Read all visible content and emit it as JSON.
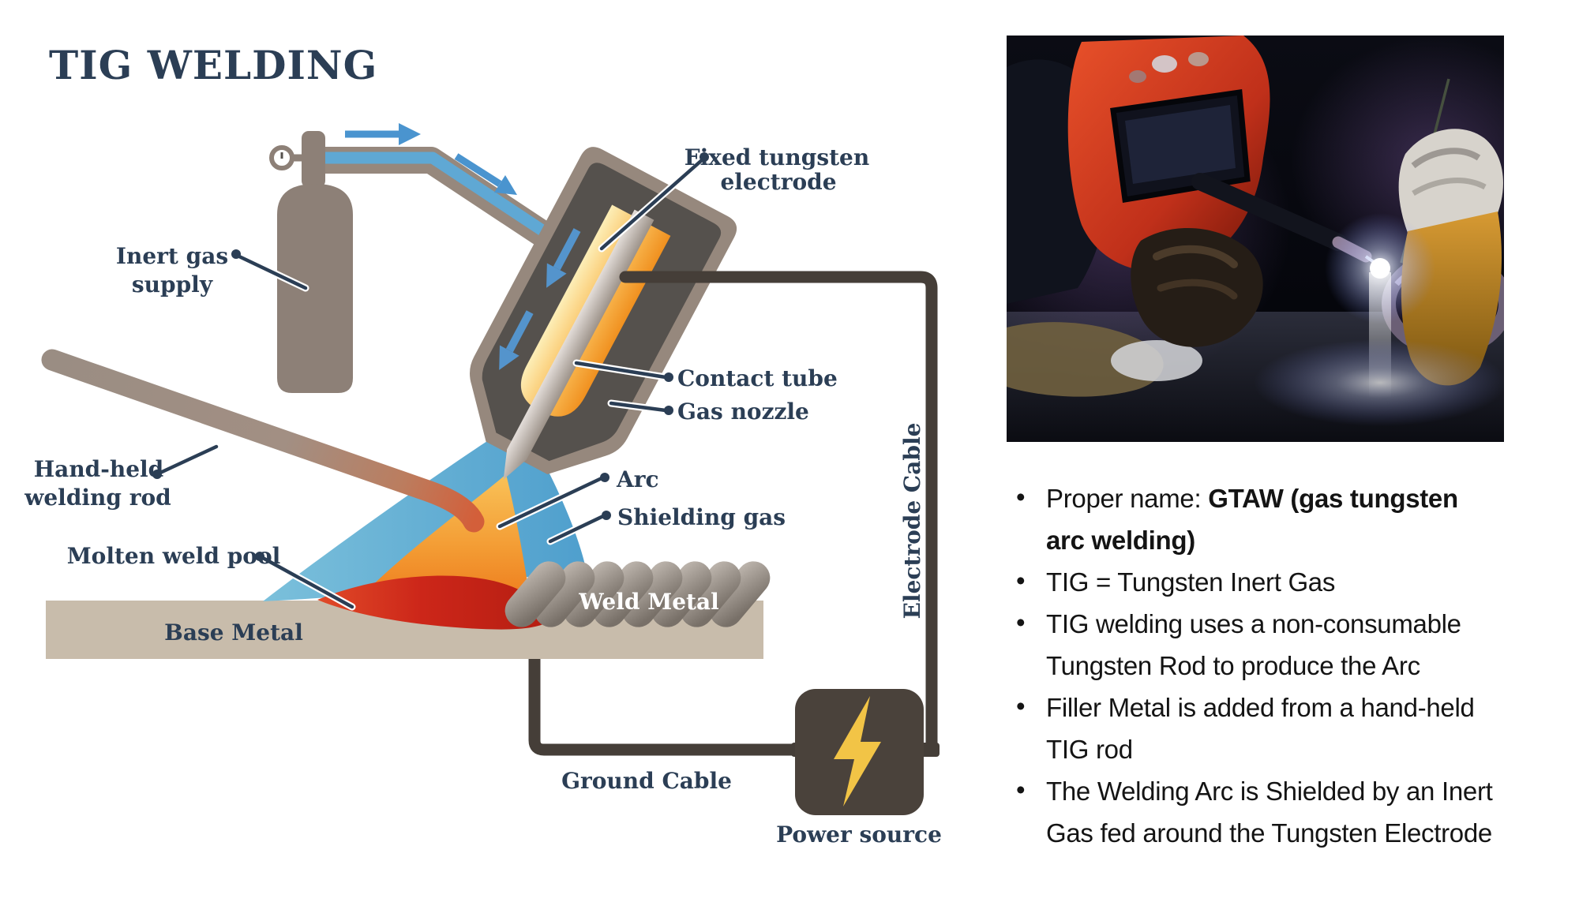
{
  "title": "TIG WELDING",
  "diagram": {
    "labels": {
      "inert_gas_line1": "Inert gas",
      "inert_gas_line2": "supply",
      "fixed_electrode_line1": "Fixed tungsten",
      "fixed_electrode_line2": "electrode",
      "contact_tube": "Contact tube",
      "gas_nozzle": "Gas nozzle",
      "arc": "Arc",
      "shielding_gas": "Shielding gas",
      "handheld_rod_line1": "Hand-held",
      "handheld_rod_line2": "welding rod",
      "molten_weld_pool": "Molten weld pool",
      "base_metal": "Base Metal",
      "weld_metal": "Weld Metal",
      "electrode_cable": "Electrode Cable",
      "ground_cable": "Ground Cable",
      "power_source": "Power source"
    },
    "colors": {
      "label_navy": "#2b3e55",
      "torch_dark_gray": "#55514d",
      "metal_taupe": "#96887d",
      "contact_tube_orange": "#f6a22f",
      "arrow_blue": "#4a94cf",
      "shielding_gas_blue": "#58abd5",
      "arc_flame_orange": "#f39b33",
      "molten_pool_red": "#cc2619",
      "base_metal_beige": "#c8bcab",
      "cable_dark_brown": "#453e38",
      "lightning_yellow": "#f2c446"
    }
  },
  "photo": {
    "alt": "Welder wearing a red helmet TIG welding a metal pipe with a bright arc"
  },
  "panel": {
    "bullet_char": "•",
    "bullets": [
      {
        "text": "Proper name: ",
        "bold": "GTAW (gas tungsten arc welding)"
      },
      {
        "text": "TIG = Tungsten Inert Gas",
        "bold": ""
      },
      {
        "text": "TIG welding uses a non-consumable Tungsten Rod to produce the Arc",
        "bold": ""
      },
      {
        "text": "Filler Metal is added from a hand-held TIG rod",
        "bold": ""
      },
      {
        "text": "The Welding Arc is Shielded by an Inert Gas fed around the Tungsten Electrode",
        "bold": ""
      }
    ]
  }
}
